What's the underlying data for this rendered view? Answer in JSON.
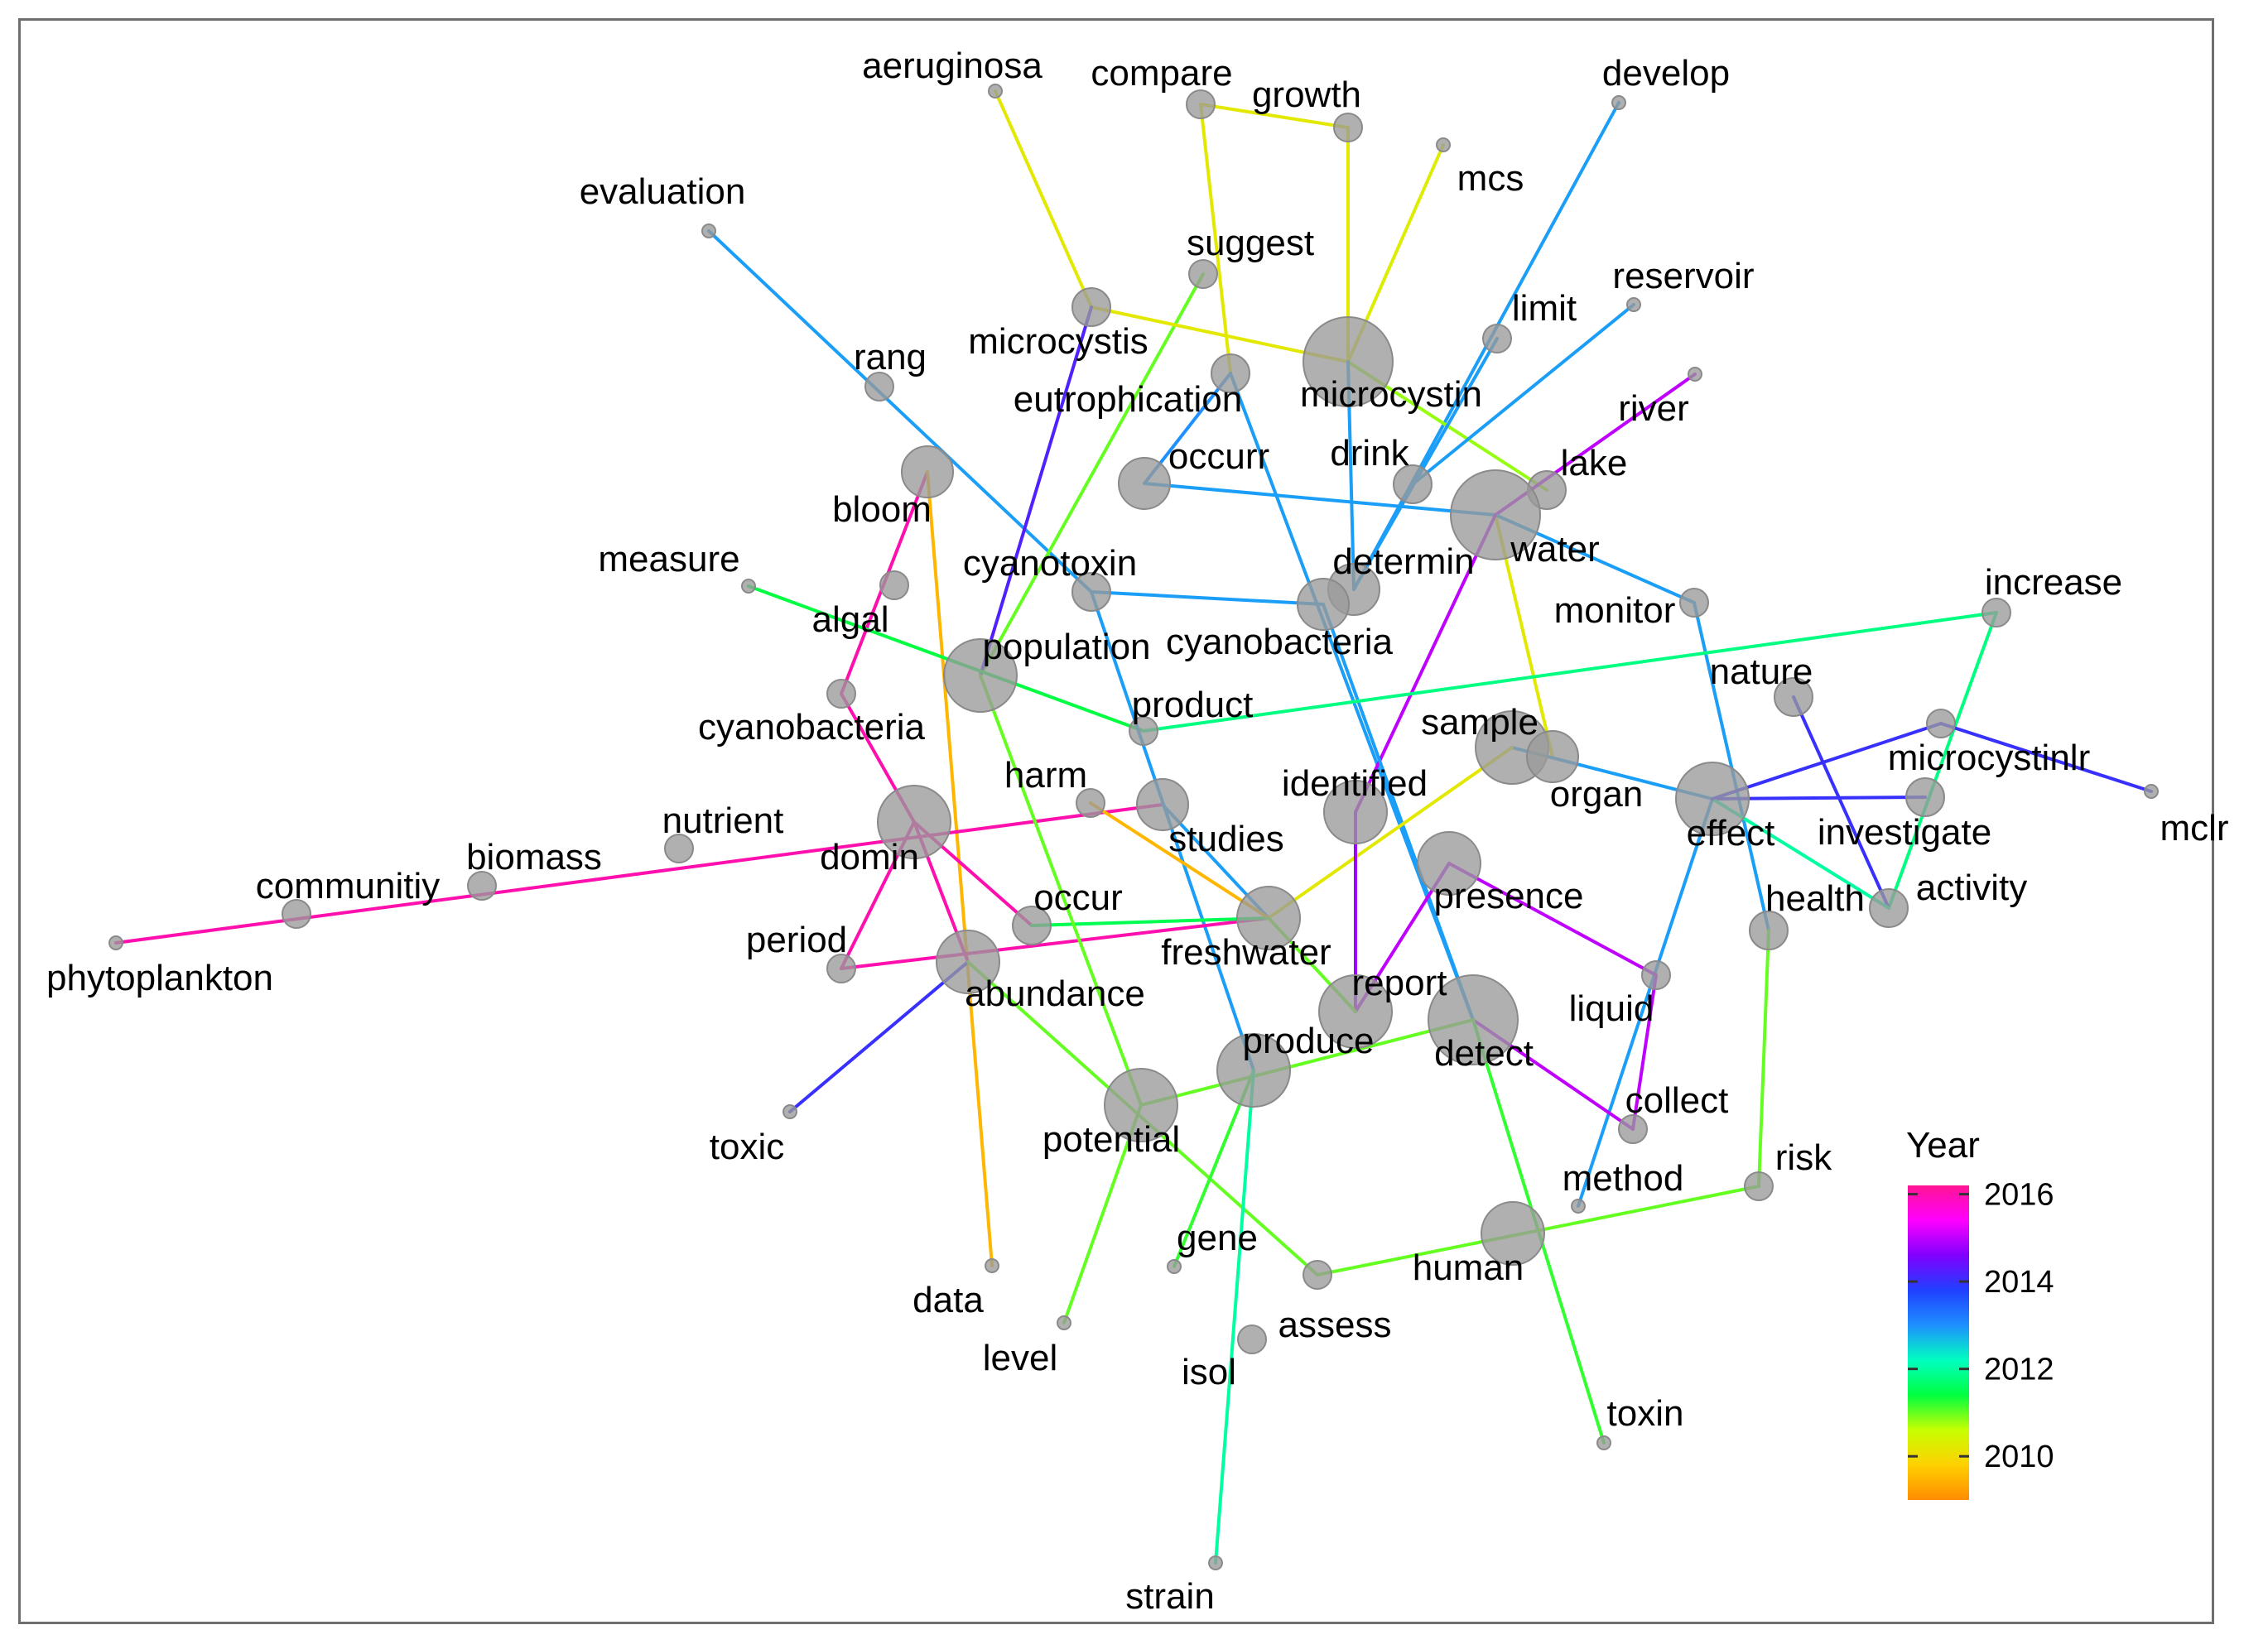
{
  "legend": {
    "title": "Year",
    "ticks": [
      {
        "value": 2016,
        "label": "2016"
      },
      {
        "value": 2014,
        "label": "2014"
      },
      {
        "value": 2012,
        "label": "2012"
      },
      {
        "value": 2010,
        "label": "2010"
      }
    ],
    "range": [
      2009.0,
      2016.2
    ],
    "gradient_stops": [
      "#ff1493",
      "#ff00ff",
      "#8000ff",
      "#2040ff",
      "#1e90ff",
      "#00ffc0",
      "#00ff40",
      "#c8ff00",
      "#ffd000",
      "#ff8c00"
    ]
  },
  "node_color": "#9a9a9a",
  "nodes": [
    {
      "id": "aeruginosa",
      "label": "aeruginosa",
      "size": 1
    },
    {
      "id": "compare",
      "label": "compare",
      "size": 2
    },
    {
      "id": "growth",
      "label": "growth",
      "size": 2
    },
    {
      "id": "develop",
      "label": "develop",
      "size": 1
    },
    {
      "id": "mcs",
      "label": "mcs",
      "size": 1
    },
    {
      "id": "evaluation",
      "label": "evaluation",
      "size": 1
    },
    {
      "id": "suggest",
      "label": "suggest",
      "size": 2
    },
    {
      "id": "reservoir",
      "label": "reservoir",
      "size": 1
    },
    {
      "id": "limit",
      "label": "limit",
      "size": 2
    },
    {
      "id": "microcystis",
      "label": "microcystis",
      "size": 3
    },
    {
      "id": "rang",
      "label": "rang",
      "size": 2
    },
    {
      "id": "eutrophication",
      "label": "eutrophication",
      "size": 3
    },
    {
      "id": "microcystin",
      "label": "microcystin",
      "size": 8
    },
    {
      "id": "river",
      "label": "river",
      "size": 1
    },
    {
      "id": "lake",
      "label": "lake",
      "size": 3
    },
    {
      "id": "bloom",
      "label": "bloom",
      "size": 4
    },
    {
      "id": "occurr",
      "label": "occurr",
      "size": 4
    },
    {
      "id": "drink",
      "label": "drink",
      "size": 3
    },
    {
      "id": "water",
      "label": "water",
      "size": 8
    },
    {
      "id": "measure",
      "label": "measure",
      "size": 1
    },
    {
      "id": "cyanotoxin",
      "label": "cyanotoxin",
      "size": 3
    },
    {
      "id": "determin",
      "label": "determin",
      "size": 4
    },
    {
      "id": "monitor",
      "label": "monitor",
      "size": 2
    },
    {
      "id": "increase",
      "label": "increase",
      "size": 2
    },
    {
      "id": "algal",
      "label": "algal",
      "size": 2
    },
    {
      "id": "cyanobacteria2",
      "label": "cyanobacteria",
      "size": 4
    },
    {
      "id": "population",
      "label": "population",
      "size": 6
    },
    {
      "id": "nature",
      "label": "nature",
      "size": 3
    },
    {
      "id": "product",
      "label": "product",
      "size": 2
    },
    {
      "id": "cyanobacteria1",
      "label": "cyanobacteria",
      "size": 2
    },
    {
      "id": "sample",
      "label": "sample",
      "size": 6
    },
    {
      "id": "organ",
      "label": "organ",
      "size": 4
    },
    {
      "id": "microcystinlr",
      "label": "microcystinlr",
      "size": 2
    },
    {
      "id": "harm",
      "label": "harm",
      "size": 2
    },
    {
      "id": "identified",
      "label": "identified",
      "size": 5
    },
    {
      "id": "nutrient",
      "label": "nutrient",
      "size": 2
    },
    {
      "id": "domin",
      "label": "domin",
      "size": 6
    },
    {
      "id": "studies",
      "label": "studies",
      "size": 4
    },
    {
      "id": "effect",
      "label": "effect",
      "size": 6
    },
    {
      "id": "investigate",
      "label": "investigate",
      "size": 3
    },
    {
      "id": "mclr",
      "label": "mclr",
      "size": 1
    },
    {
      "id": "biomass",
      "label": "biomass",
      "size": 2
    },
    {
      "id": "communitiy",
      "label": "communitiy",
      "size": 2
    },
    {
      "id": "presence",
      "label": "presence",
      "size": 5
    },
    {
      "id": "activity",
      "label": "activity",
      "size": 3
    },
    {
      "id": "health",
      "label": "health",
      "size": 3
    },
    {
      "id": "occur",
      "label": "occur",
      "size": 3
    },
    {
      "id": "phytoplankton",
      "label": "phytoplankton",
      "size": 1
    },
    {
      "id": "period",
      "label": "period",
      "size": 2
    },
    {
      "id": "freshwater",
      "label": "freshwater",
      "size": 5
    },
    {
      "id": "abundance",
      "label": "abundance",
      "size": 5
    },
    {
      "id": "liquid",
      "label": "liquid",
      "size": 2
    },
    {
      "id": "report",
      "label": "report",
      "size": 6
    },
    {
      "id": "produce",
      "label": "produce",
      "size": 6
    },
    {
      "id": "detect",
      "label": "detect",
      "size": 8
    },
    {
      "id": "collect",
      "label": "collect",
      "size": 2
    },
    {
      "id": "potential",
      "label": "potential",
      "size": 6
    },
    {
      "id": "toxic",
      "label": "toxic",
      "size": 1
    },
    {
      "id": "method",
      "label": "method",
      "size": 1
    },
    {
      "id": "risk",
      "label": "risk",
      "size": 2
    },
    {
      "id": "gene",
      "label": "gene",
      "size": 1
    },
    {
      "id": "human",
      "label": "human",
      "size": 5
    },
    {
      "id": "data",
      "label": "data",
      "size": 1
    },
    {
      "id": "level",
      "label": "level",
      "size": 1
    },
    {
      "id": "assess",
      "label": "assess",
      "size": 2
    },
    {
      "id": "isol",
      "label": "isol",
      "size": 2
    },
    {
      "id": "toxin",
      "label": "toxin",
      "size": 1
    },
    {
      "id": "strain",
      "label": "strain",
      "size": 1
    }
  ],
  "edges": [
    {
      "source": "aeruginosa",
      "target": "microcystis",
      "year": 2010.2
    },
    {
      "source": "compare",
      "target": "growth",
      "year": 2010.2
    },
    {
      "source": "compare",
      "target": "eutrophication",
      "year": 2010.2
    },
    {
      "source": "growth",
      "target": "microcystin",
      "year": 2010.2
    },
    {
      "source": "mcs",
      "target": "microcystin",
      "year": 2010.3
    },
    {
      "source": "develop",
      "target": "determin",
      "year": 2012.9
    },
    {
      "source": "evaluation",
      "target": "cyanotoxin",
      "year": 2012.9
    },
    {
      "source": "suggest",
      "target": "population",
      "year": 2011.0
    },
    {
      "source": "microcystis",
      "target": "microcystin",
      "year": 2010.2
    },
    {
      "source": "microcystis",
      "target": "population",
      "year": 2014.2
    },
    {
      "source": "eutrophication",
      "target": "occurr",
      "year": 2013.0
    },
    {
      "source": "eutrophication",
      "target": "detect",
      "year": 2012.9
    },
    {
      "source": "microcystin",
      "target": "lake",
      "year": 2010.8
    },
    {
      "source": "microcystin",
      "target": "determin",
      "year": 2012.9
    },
    {
      "source": "limit",
      "target": "determin",
      "year": 2012.9
    },
    {
      "source": "reservoir",
      "target": "drink",
      "year": 2012.9
    },
    {
      "source": "river",
      "target": "water",
      "year": 2015.0
    },
    {
      "source": "occurr",
      "target": "water",
      "year": 2012.9
    },
    {
      "source": "water",
      "target": "organ",
      "year": 2010.2
    },
    {
      "source": "water",
      "target": "monitor",
      "year": 2012.9
    },
    {
      "source": "water",
      "target": "identified",
      "year": 2015.0
    },
    {
      "source": "bloom",
      "target": "cyanobacteria1",
      "year": 2016.0
    },
    {
      "source": "bloom",
      "target": "data",
      "year": 2009.5
    },
    {
      "source": "measure",
      "target": "product",
      "year": 2011.4
    },
    {
      "source": "cyanotoxin",
      "target": "cyanobacteria2",
      "year": 2012.9
    },
    {
      "source": "cyanotoxin",
      "target": "produce",
      "year": 2012.9
    },
    {
      "source": "cyanobacteria2",
      "target": "detect",
      "year": 2012.9
    },
    {
      "source": "monitor",
      "target": "health",
      "year": 2012.9
    },
    {
      "source": "increase",
      "target": "product",
      "year": 2011.8
    },
    {
      "source": "increase",
      "target": "activity",
      "year": 2011.8
    },
    {
      "source": "nature",
      "target": "activity",
      "year": 2014.0
    },
    {
      "source": "sample",
      "target": "effect",
      "year": 2012.9
    },
    {
      "source": "sample",
      "target": "freshwater",
      "year": 2010.2
    },
    {
      "source": "effect",
      "target": "investigate",
      "year": 2014.0
    },
    {
      "source": "effect",
      "target": "activity",
      "year": 2012.0
    },
    {
      "source": "effect",
      "target": "method",
      "year": 2012.9
    },
    {
      "source": "microcystinlr",
      "target": "mclr",
      "year": 2014.0
    },
    {
      "source": "microcystinlr",
      "target": "effect",
      "year": 2014.0
    },
    {
      "source": "phytoplankton",
      "target": "studies",
      "year": 2016.0
    },
    {
      "source": "domin",
      "target": "cyanobacteria1",
      "year": 2016.0
    },
    {
      "source": "domin",
      "target": "period",
      "year": 2016.0
    },
    {
      "source": "domin",
      "target": "occur",
      "year": 2016.0
    },
    {
      "source": "domin",
      "target": "abundance",
      "year": 2016.0
    },
    {
      "source": "period",
      "target": "freshwater",
      "year": 2016.0
    },
    {
      "source": "occur",
      "target": "freshwater",
      "year": 2011.5
    },
    {
      "source": "population",
      "target": "potential",
      "year": 2011.0
    },
    {
      "source": "abundance",
      "target": "toxic",
      "year": 2014.0
    },
    {
      "source": "abundance",
      "target": "assess",
      "year": 2011.0
    },
    {
      "source": "identified",
      "target": "report",
      "year": 2014.8
    },
    {
      "source": "presence",
      "target": "liquid",
      "year": 2015.0
    },
    {
      "source": "presence",
      "target": "report",
      "year": 2015.0
    },
    {
      "source": "liquid",
      "target": "collect",
      "year": 2015.0
    },
    {
      "source": "detect",
      "target": "collect",
      "year": 2015.0
    },
    {
      "source": "detect",
      "target": "toxin",
      "year": 2011.2
    },
    {
      "source": "potential",
      "target": "detect",
      "year": 2011.0
    },
    {
      "source": "potential",
      "target": "level",
      "year": 2011.0
    },
    {
      "source": "produce",
      "target": "gene",
      "year": 2011.2
    },
    {
      "source": "produce",
      "target": "strain",
      "year": 2012.0
    },
    {
      "source": "assess",
      "target": "risk",
      "year": 2011.0
    },
    {
      "source": "risk",
      "target": "health",
      "year": 2011.0
    },
    {
      "source": "studies",
      "target": "freshwater",
      "year": 2012.9
    },
    {
      "source": "harm",
      "target": "freshwater",
      "year": 2009.5
    },
    {
      "source": "report",
      "target": "freshwater",
      "year": 2011.0
    }
  ]
}
